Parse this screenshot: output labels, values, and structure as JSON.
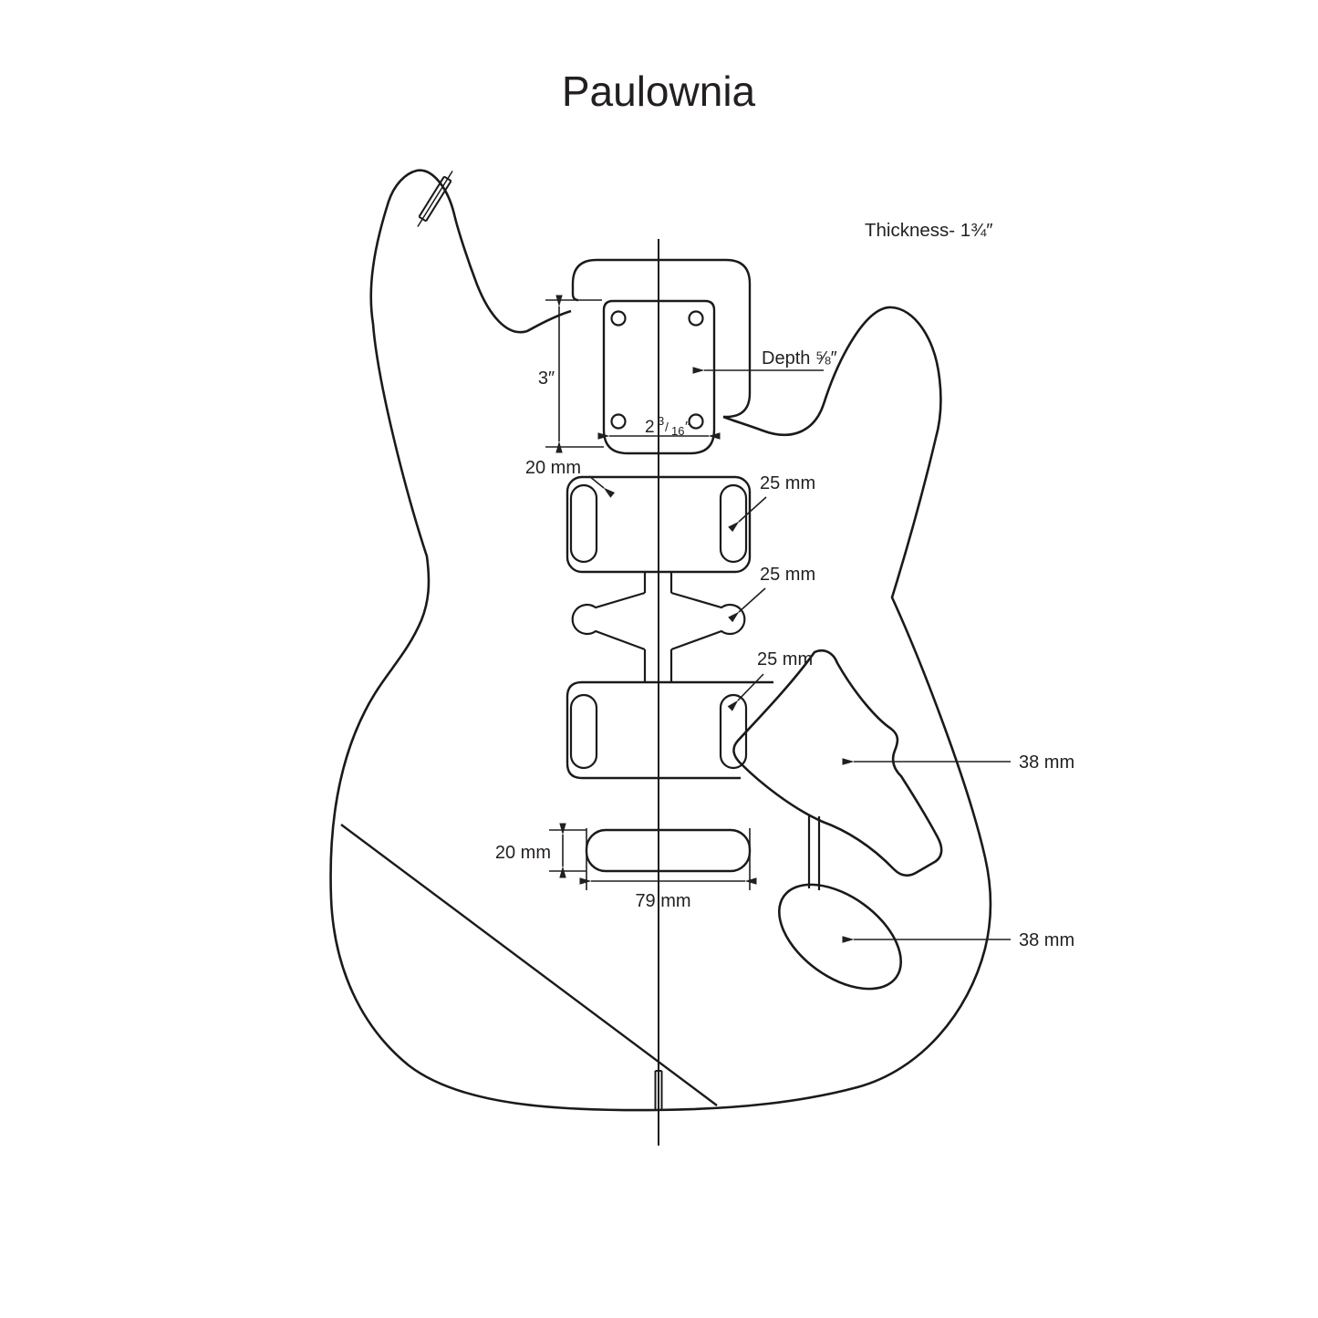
{
  "title": "Paulownia",
  "annotations": {
    "thickness": "Thickness- 1¾″",
    "pocket_length": "3″",
    "pocket_depth": "Depth ⅝″",
    "pocket_width": {
      "whole": "2",
      "numerator": "3",
      "slash": "/",
      "denominator": "16",
      "unit": "″"
    },
    "neck_route_width": "20 mm",
    "neck_route_end": "25 mm",
    "middle_route_end": "25 mm",
    "bridge_route_end": "25 mm",
    "trem_cavity_width": "38 mm",
    "output_jack_width": "38 mm",
    "bottom_route_height": "20 mm",
    "bottom_route_length": "79 mm"
  },
  "colors": {
    "line": "#1a1a1a",
    "text": "#231f20",
    "background": "#ffffff"
  }
}
